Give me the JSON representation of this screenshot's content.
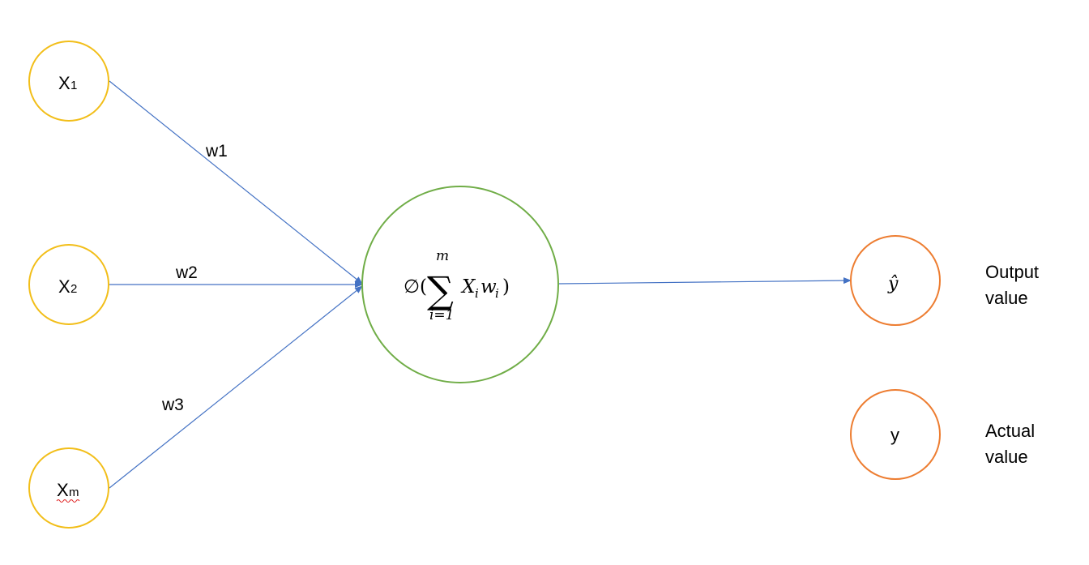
{
  "inputs": [
    {
      "letter": "X",
      "sub": "1"
    },
    {
      "letter": "X",
      "sub": "2"
    },
    {
      "letter": "X",
      "sub": "m"
    }
  ],
  "weights": [
    "w1",
    "w2",
    "w3"
  ],
  "formula": {
    "phi": "∅(",
    "sigma": "∑",
    "upper": "m",
    "lower": "i=1",
    "x": "X",
    "x_sub": "i",
    "w": "w",
    "w_sub": "i",
    "close": ")"
  },
  "output": {
    "symbol": "ŷ",
    "label_line1": "Output",
    "label_line2": "value"
  },
  "actual": {
    "symbol": "y",
    "label_line1": "Actual",
    "label_line2": "value"
  },
  "colors": {
    "input_stroke": "#F2BE19",
    "neuron_stroke": "#70AD47",
    "output_stroke": "#ED7D31",
    "edge": "#4472C4",
    "spell_underline": "#E02020"
  }
}
